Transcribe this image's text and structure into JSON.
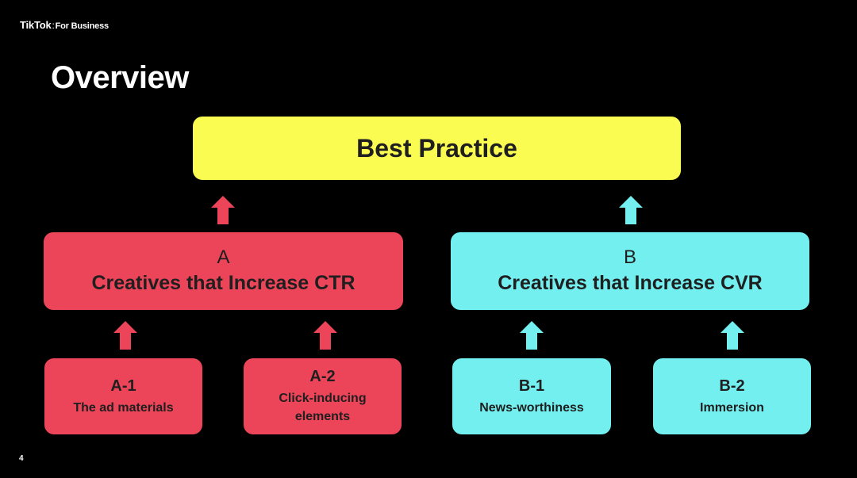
{
  "brand": {
    "name": "TikTok",
    "separator": ":",
    "suffix": "For Business"
  },
  "title": "Overview",
  "top": {
    "label": "Best Practice",
    "color": "#fbfc52"
  },
  "branches": [
    {
      "letter": "A",
      "title": "Creatives that Increase CTR",
      "color": "#ec4459",
      "children": [
        {
          "code": "A-1",
          "desc": "The ad materials"
        },
        {
          "code": "A-2",
          "desc": "Click-inducing elements"
        }
      ]
    },
    {
      "letter": "B",
      "title": "Creatives that Increase CVR",
      "color": "#73eff0",
      "children": [
        {
          "code": "B-1",
          "desc": "News-worthiness"
        },
        {
          "code": "B-2",
          "desc": "Immersion"
        }
      ]
    }
  ],
  "arrows": {
    "red_icon": "arrow-up-icon",
    "cyan_icon": "arrow-up-icon"
  },
  "page_number": "4"
}
